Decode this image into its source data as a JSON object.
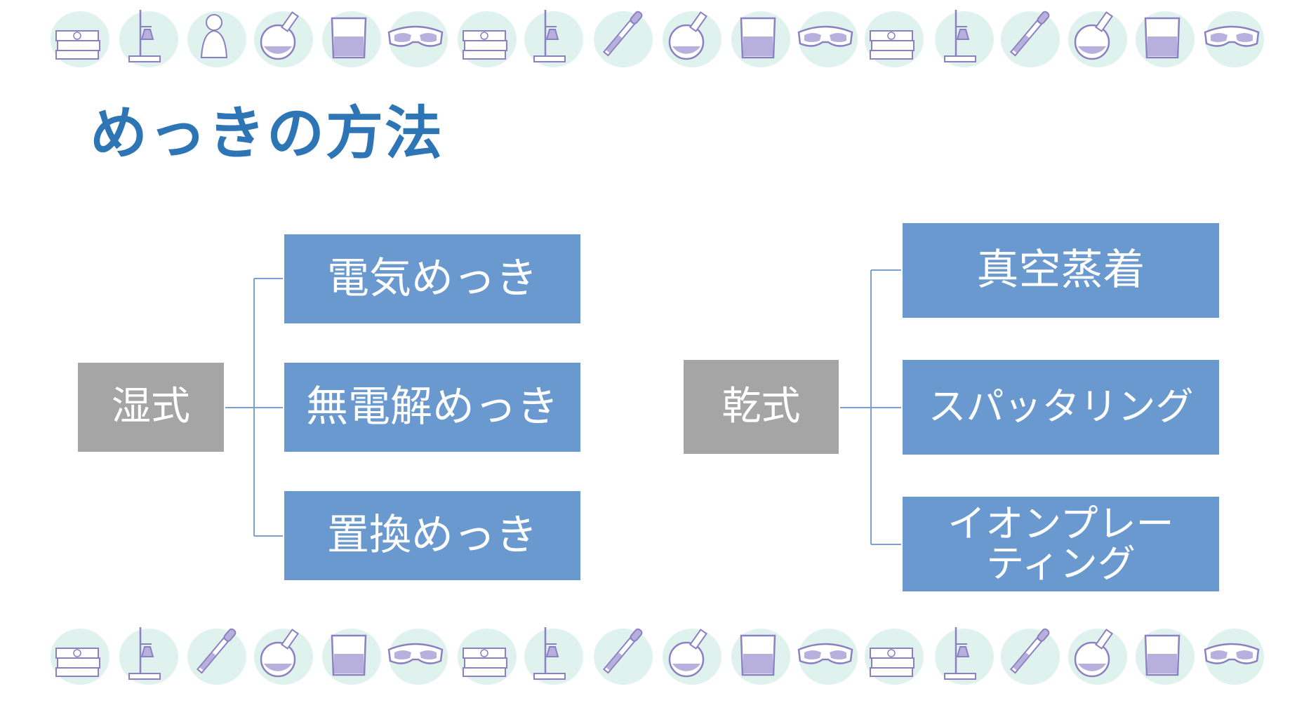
{
  "title": "めっきの方法",
  "colors": {
    "title": "#2E75B6",
    "category_fill": "#A5A5A5",
    "method_fill": "#6A99CF",
    "connector": "#7DA0D2",
    "decor_blob": "#E0F2EE",
    "decor_line": "#8A80C2",
    "decor_fill": "#B8B0DC"
  },
  "decor": {
    "icons": [
      "book-icon",
      "ring-stand-icon",
      "scientist-icon",
      "round-flask-icon",
      "beaker-icon",
      "safety-goggles-icon",
      "pipette-icon"
    ]
  },
  "groups": [
    {
      "label": "湿式",
      "methods": [
        "電気めっき",
        "無電解めっき",
        "置換めっき"
      ]
    },
    {
      "label": "乾式",
      "methods": [
        "真空蒸着",
        "スパッタリング",
        "イオンプレーティング"
      ]
    }
  ]
}
